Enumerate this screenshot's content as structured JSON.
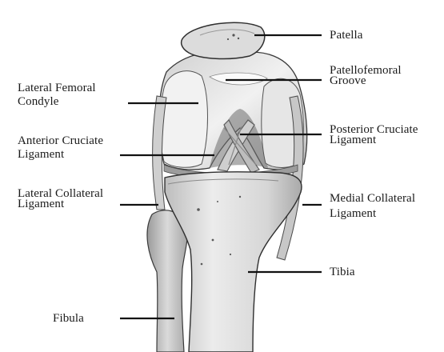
{
  "labels": {
    "patella": {
      "lines": [
        "Patella"
      ]
    },
    "patellofemoral_groove": {
      "lines": [
        "Patellofemoral",
        "Groove"
      ]
    },
    "lateral_femoral_condyle": {
      "lines": [
        "Lateral Femoral",
        "Condyle"
      ]
    },
    "anterior_cruciate_ligament": {
      "lines": [
        "Anterior Cruciate",
        "Ligament"
      ]
    },
    "posterior_cruciate_ligament": {
      "lines": [
        "Posterior Cruciate",
        "Ligament"
      ]
    },
    "lateral_collateral_ligament": {
      "lines": [
        "Lateral Collateral",
        "Ligament"
      ]
    },
    "medial_collateral_ligament": {
      "lines": [
        "Medial Collateral",
        "Ligament"
      ]
    },
    "tibia": {
      "lines": [
        "Tibia"
      ]
    },
    "fibula": {
      "lines": [
        "Fibula"
      ]
    }
  },
  "colors": {
    "line": "#111111",
    "bone_light": "#e9e9e9",
    "bone_mid": "#c9c9c9",
    "bone_dark": "#8a8a8a",
    "outline": "#3a3a3a"
  }
}
